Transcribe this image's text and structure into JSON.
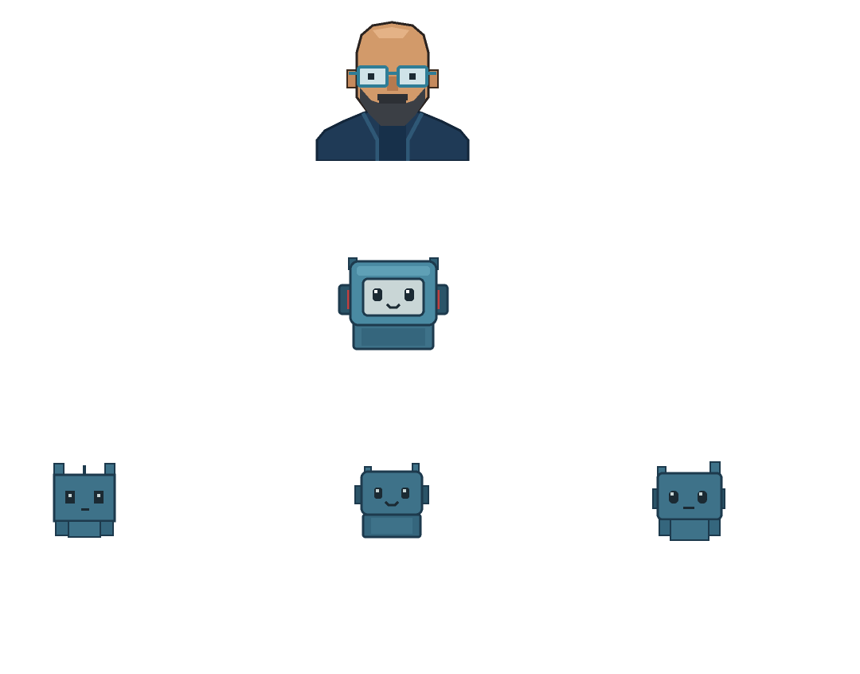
{
  "scene": {
    "background": "#ffffff",
    "sprites": [
      {
        "id": "human",
        "icon": "bald-bearded-man-with-glasses-avatar"
      },
      {
        "id": "main-bot",
        "icon": "robot-with-headphones-icon"
      },
      {
        "id": "bot-left",
        "icon": "small-robot-icon"
      },
      {
        "id": "bot-center",
        "icon": "small-robot-smiling-icon"
      },
      {
        "id": "bot-right",
        "icon": "small-robot-icon"
      }
    ]
  },
  "palette": {
    "skin": "#d29a6a",
    "skin_shadow": "#b57a4f",
    "beard": "#3b3f45",
    "glasses": "#2f7d96",
    "jacket": "#1f3a56",
    "jacket_light": "#2f5876",
    "robot": "#3e7289",
    "robot_dark": "#1d3a4d",
    "robot_face": "#c9d6d6",
    "headphone": "#c04040"
  }
}
